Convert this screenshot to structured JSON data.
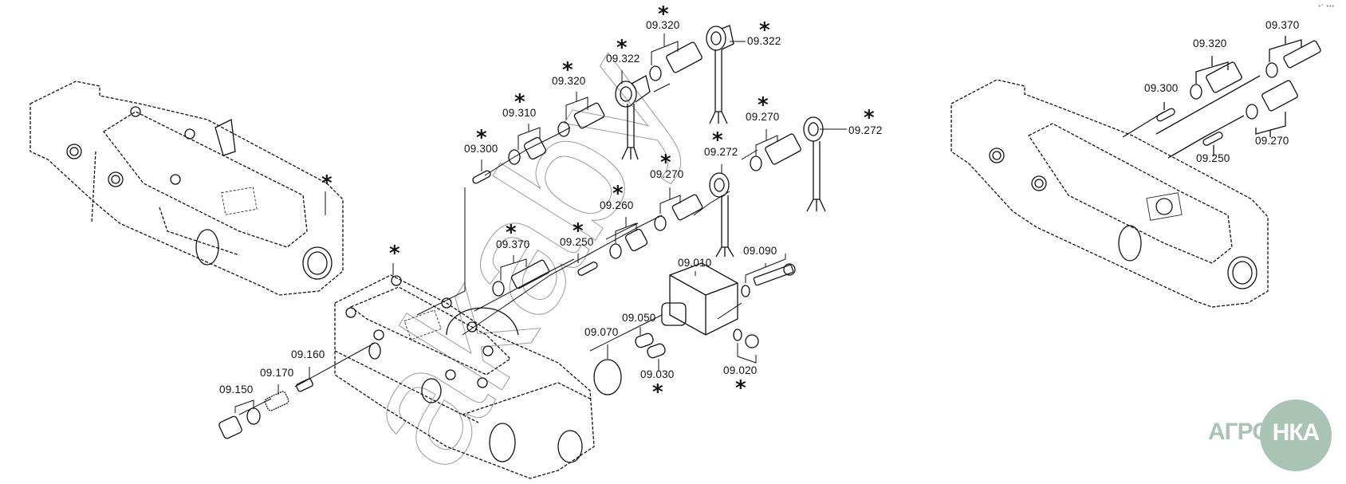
{
  "diagram": {
    "type": "exploded-parts-drawing",
    "subject": "transmission control valve housing assembly",
    "watermark": "akaby",
    "corner_marks": "•° •••",
    "logo": {
      "text_left": "АГРО",
      "text_circle": "НКА",
      "color": "#a9c4b5"
    },
    "asterisk": "*",
    "center_group_labels": [
      {
        "id": "09.320",
        "text": "09.320",
        "asterisk": true
      },
      {
        "id": "09.322a",
        "text": "09.322",
        "asterisk": true
      },
      {
        "id": "09.322b",
        "text": "09.322",
        "asterisk": true
      },
      {
        "id": "09.320b",
        "text": "09.320",
        "asterisk": true
      },
      {
        "id": "09.310",
        "text": "09.310",
        "asterisk": true
      },
      {
        "id": "09.300",
        "text": "09.300",
        "asterisk": true
      },
      {
        "id": "09.270a",
        "text": "09.270",
        "asterisk": true
      },
      {
        "id": "09.272a",
        "text": "09.272",
        "asterisk": true
      },
      {
        "id": "09.272b",
        "text": "09.272",
        "asterisk": true
      },
      {
        "id": "09.270b",
        "text": "09.270",
        "asterisk": true
      },
      {
        "id": "09.260",
        "text": "09.260",
        "asterisk": true
      },
      {
        "id": "09.250",
        "text": "09.250",
        "asterisk": true
      },
      {
        "id": "09.370",
        "text": "09.370",
        "asterisk": true
      },
      {
        "id": "09.010",
        "text": "09.010",
        "asterisk": false
      },
      {
        "id": "09.090",
        "text": "09.090",
        "asterisk": false
      },
      {
        "id": "09.050",
        "text": "09.050",
        "asterisk": false
      },
      {
        "id": "09.070",
        "text": "09.070",
        "asterisk": false
      },
      {
        "id": "09.030",
        "text": "09.030",
        "asterisk": true
      },
      {
        "id": "09.020",
        "text": "09.020",
        "asterisk": true
      },
      {
        "id": "09.160",
        "text": "09.160",
        "asterisk": false
      },
      {
        "id": "09.170",
        "text": "09.170",
        "asterisk": false
      },
      {
        "id": "09.150",
        "text": "09.150",
        "asterisk": false
      }
    ],
    "right_group_labels": [
      {
        "id": "r09.320",
        "text": "09.320"
      },
      {
        "id": "r09.370",
        "text": "09.370"
      },
      {
        "id": "r09.300",
        "text": "09.300"
      },
      {
        "id": "r09.270",
        "text": "09.270"
      },
      {
        "id": "r09.250",
        "text": "09.250"
      }
    ],
    "housing_markers": [
      "*",
      "*"
    ]
  }
}
